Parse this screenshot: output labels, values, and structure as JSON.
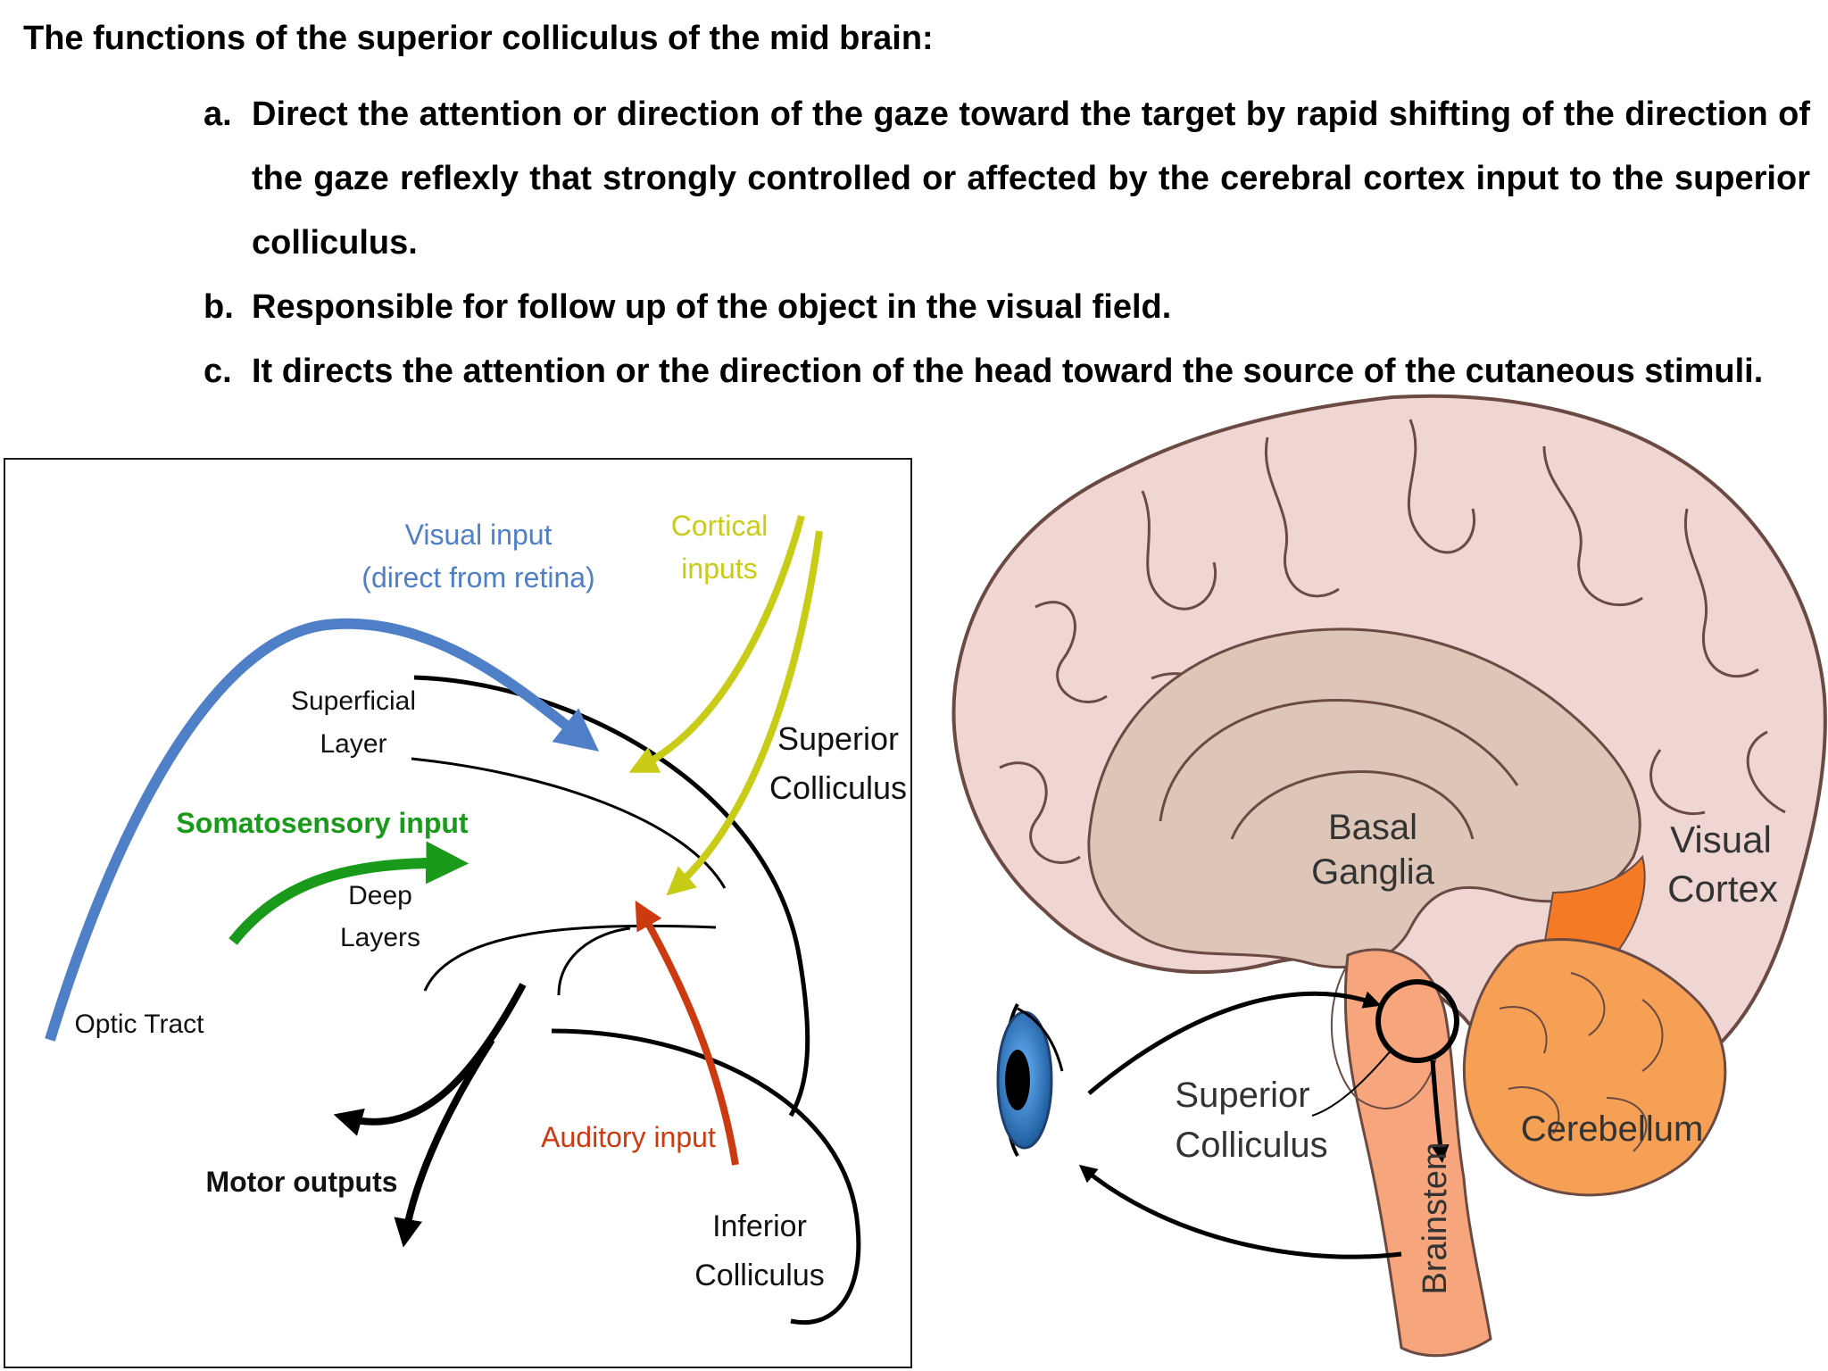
{
  "heading": "The functions of the superior colliculus of the mid brain:",
  "functions": [
    {
      "marker": "a.",
      "text": "Direct the attention or direction of the gaze toward the target by rapid shifting of the direction of the gaze reflexly that strongly controlled or affected by the cerebral cortex input to the superior colliculus."
    },
    {
      "marker": "b.",
      "text": "Responsible for follow up of the object in the visual field."
    },
    {
      "marker": "c.",
      "text": "It directs the attention or the direction of the head toward the source of the cutaneous stimuli."
    }
  ],
  "left_diagram": {
    "visual_input": "Visual input",
    "visual_input_sub": "(direct from retina)",
    "cortical": "Cortical",
    "inputs": "inputs",
    "superficial": "Superficial",
    "layer": "Layer",
    "superior": "Superior",
    "colliculus": "Colliculus",
    "somatosensory": "Somatosensory input",
    "deep": "Deep",
    "layers": "Layers",
    "optic_tract": "Optic Tract",
    "auditory": "Auditory input",
    "motor_outputs": "Motor outputs",
    "inferior": "Inferior",
    "inferior_colliculus": "Colliculus"
  },
  "right_diagram": {
    "basal": "Basal",
    "ganglia": "Ganglia",
    "visual": "Visual",
    "cortex": "Cortex",
    "superior": "Superior",
    "colliculus": "Colliculus",
    "cerebellum": "Cerebellum",
    "brainstem": "Brainstem"
  },
  "colors": {
    "visual_blue": "#4f7fc6",
    "cortical_yellow": "#c9cc17",
    "somatosensory_green": "#1a9a1a",
    "auditory_red": "#cc3a10",
    "brain_pink": "#efd6d3",
    "brain_outline": "#6a4a42",
    "inner_beige": "#ddc6b8",
    "brainstem_salmon": "#f6a57c",
    "cerebellum_orange": "#f6a055",
    "visual_cortex_orange": "#f57a25",
    "eye_blue": "#2f7ec9"
  }
}
